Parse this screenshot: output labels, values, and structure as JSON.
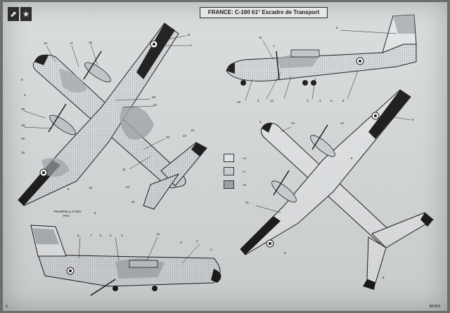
{
  "header": {
    "title": "FRANCE: C-160   61° Escadre de Transport",
    "logo_glyphs": [
      "⬈",
      "★"
    ]
  },
  "legend": [
    {
      "code": "HO",
      "color": "#e9ecee"
    },
    {
      "code": "H7",
      "color": "#d0d3d6"
    },
    {
      "code": "H8",
      "color": "#a2a6aa"
    }
  ],
  "labels": {
    "top_left": [
      "16",
      "17",
      "15",
      "9",
      "15",
      "18",
      "19",
      "19",
      "6",
      "19",
      "8",
      "18",
      "22",
      "20",
      "21",
      "23",
      "24",
      "41",
      "11",
      "6",
      "16"
    ],
    "top_right": [
      "11",
      "7",
      "10",
      "2",
      "14",
      "3",
      "4",
      "5",
      "6",
      "8"
    ],
    "bottom_left": [
      "8",
      "6",
      "7",
      "5",
      "4",
      "3",
      "12",
      "1",
      "2",
      "3"
    ],
    "bottom_right": [
      "13",
      "5",
      "6",
      "12",
      "6",
      "41",
      "8",
      "6"
    ],
    "stencil_notes": [
      "TRAMPOLLI 0 TEO",
      "PAS"
    ]
  },
  "footer": {
    "page_number": "4",
    "catalog_number": "80/353"
  },
  "colors": {
    "sheet": "#d9dcdd",
    "camo_light": "#e9ecee",
    "camo_mid": "#d0d3d6",
    "camo_dark": "#a2a6aa",
    "ink": "#1a1a1a"
  }
}
